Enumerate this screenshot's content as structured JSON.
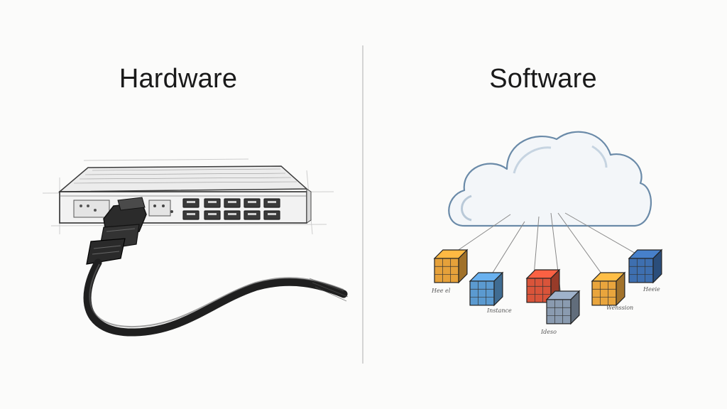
{
  "left": {
    "title": "Hardware",
    "illustration": "network-switch-with-ethernet-cable"
  },
  "right": {
    "title": "Software",
    "illustration": "cloud-connected-to-virtual-machines",
    "cubes": [
      {
        "color": "#e6a13a",
        "label": "Hee el"
      },
      {
        "color": "#5b9ad0",
        "label": "Instance"
      },
      {
        "color": "#d9543a",
        "label": ""
      },
      {
        "color": "#8a9bb0",
        "label": "Ideso"
      },
      {
        "color": "#e9a53d",
        "label": "Wenssion"
      },
      {
        "color": "#3e6fb0",
        "label": "Heeie"
      }
    ]
  },
  "colors": {
    "background": "#fbfbfa",
    "ink": "#2a2a2a",
    "divider": "#d4d4d4"
  }
}
